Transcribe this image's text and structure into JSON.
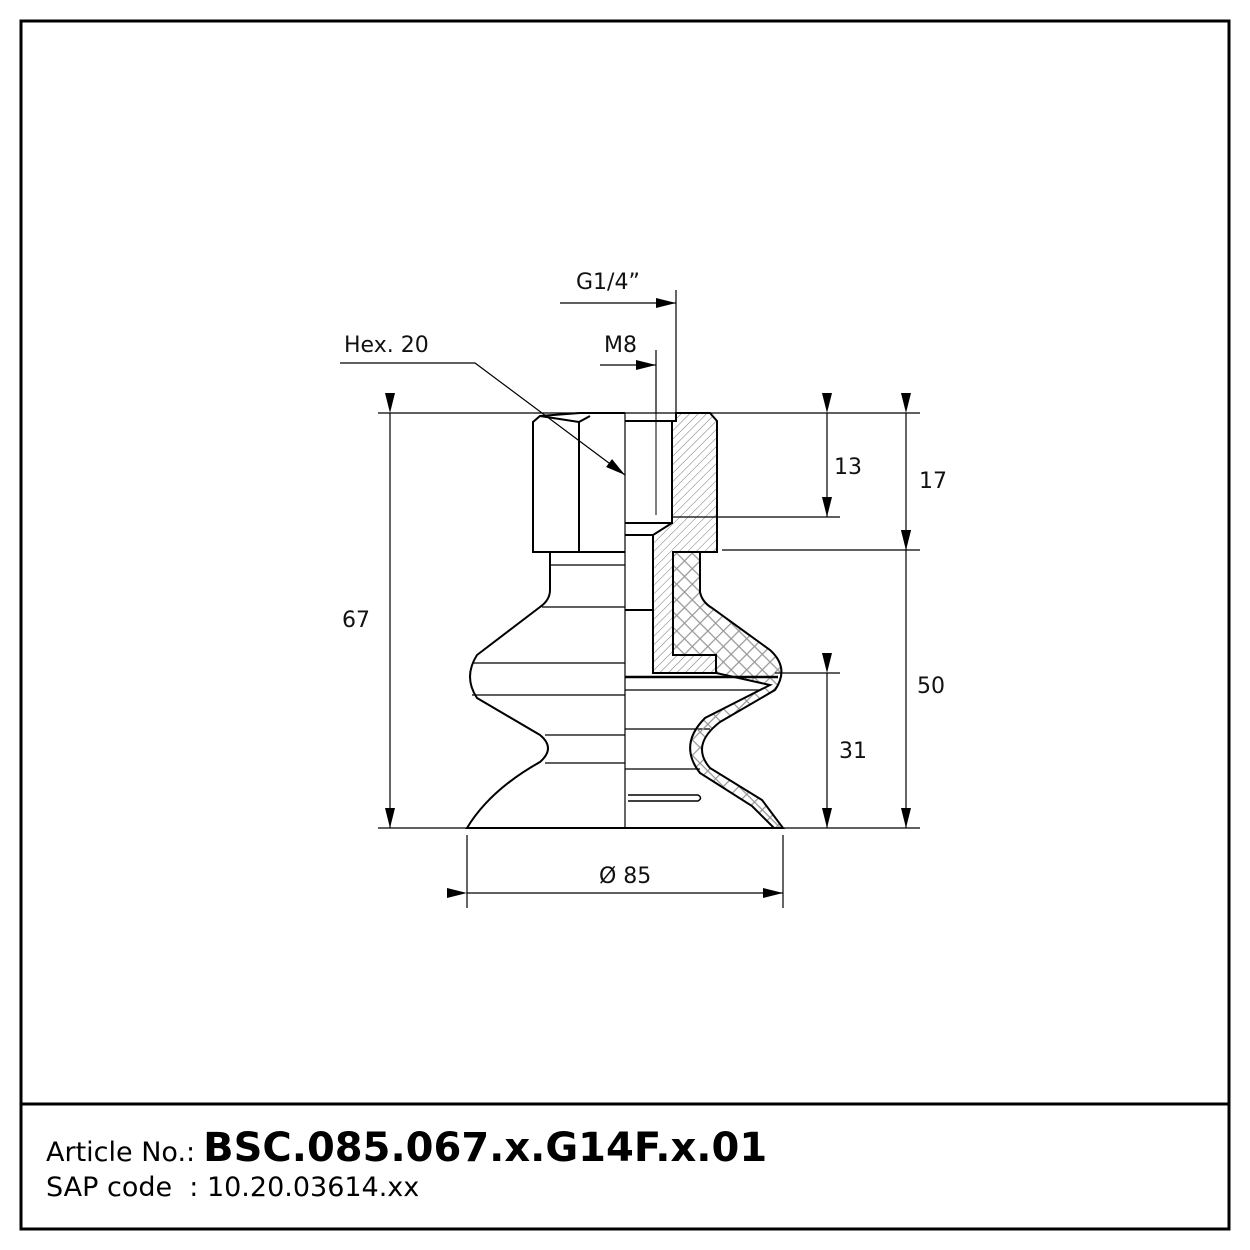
{
  "drawing": {
    "callouts": {
      "thread_outer": "G1/4”",
      "thread_inner": "M8",
      "hex": "Hex. 20"
    },
    "dimensions": {
      "total_height": "67",
      "thread_depth": "13",
      "hex_height": "17",
      "bellows_height": "50",
      "lower_height": "31",
      "diameter": "Ø 85"
    }
  },
  "title_block": {
    "article_label": "Article No.:",
    "article_value": "BSC.085.067.x.G14F.x.01",
    "sap_label": "SAP code  :",
    "sap_value": "10.20.03614.xx"
  }
}
